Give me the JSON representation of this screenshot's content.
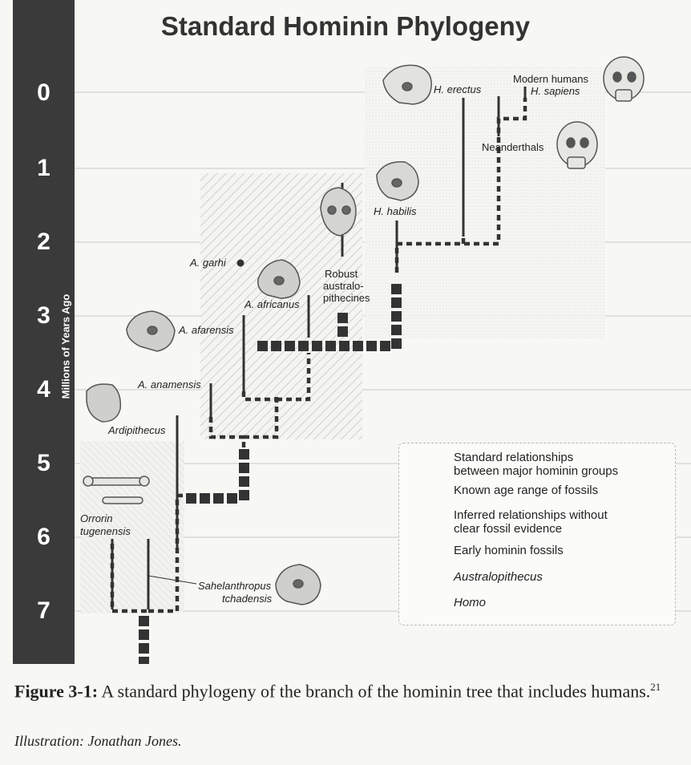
{
  "title": "Standard Hominin Phylogeny",
  "axis": {
    "label": "Millions of Years Ago",
    "ticks": [
      "0",
      "1",
      "2",
      "3",
      "4",
      "5",
      "6",
      "7"
    ]
  },
  "taxa": {
    "h_erectus": "H. erectus",
    "modern_humans": "Modern humans",
    "h_sapiens": "H. sapiens",
    "neanderthals": "Neanderthals",
    "h_habilis": "H. habilis",
    "a_garhi": "A. garhi",
    "robust_1": "Robust",
    "robust_2": "australo-",
    "robust_3": "pithecines",
    "a_africanus": "A. africanus",
    "a_afarensis": "A. afarensis",
    "a_anamensis": "A. anamensis",
    "ardipithecus": "Ardipithecus",
    "orrorin_1": "Orrorin",
    "orrorin_2": "tugenensis",
    "sahelanthropus_1": "Sahelanthropus",
    "sahelanthropus_2": "tchadensis"
  },
  "legend": {
    "standard_1": "Standard relationships",
    "standard_2": "between major hominin groups",
    "known_age": "Known age range of fossils",
    "inferred_1": "Inferred relationships without",
    "inferred_2": "clear fossil evidence",
    "early": "Early hominin fossils",
    "australopithecus": "Australopithecus",
    "homo": "Homo"
  },
  "caption": {
    "figure_label": "Figure 3-1:",
    "text": "A standard phylogeny of the branch of the hominin tree that includes humans.",
    "ref": "21",
    "credit": "Illustration: Jonathan Jones."
  },
  "colors": {
    "timebar": "#3a3a3a",
    "branch": "#333333",
    "gridline": "#c8c8c8",
    "background": "#f7f7f4"
  },
  "icons": [
    "skull-icon",
    "jaw-fossil-icon",
    "bone-fossil-icon"
  ]
}
